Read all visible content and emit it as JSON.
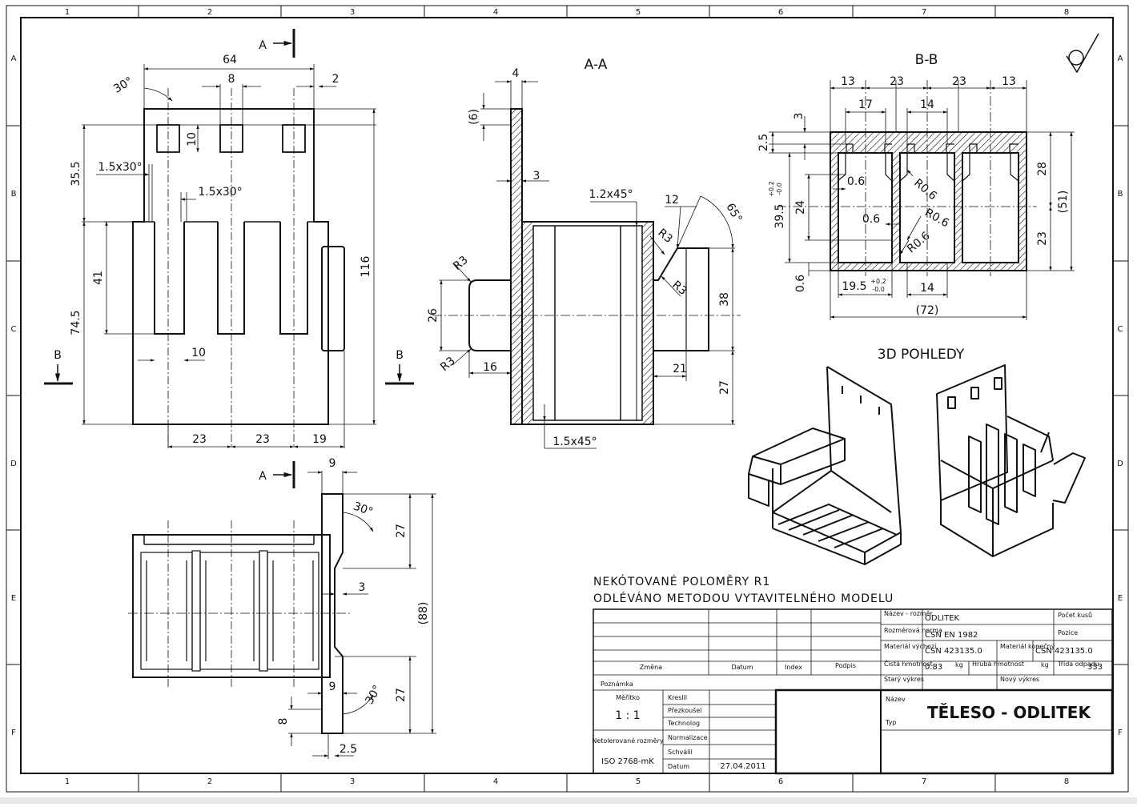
{
  "sheet": {
    "col_numbers": [
      "1",
      "2",
      "3",
      "4",
      "5",
      "6",
      "7",
      "8"
    ],
    "row_letters": [
      "A",
      "B",
      "C",
      "D",
      "E",
      "F"
    ]
  },
  "views": {
    "front": {
      "dims": [
        "64",
        "8",
        "2",
        "30°",
        "10",
        "35.5",
        "1.5x30°",
        "1.5x30°",
        "41",
        "74.5",
        "116",
        "10",
        "23",
        "23",
        "19"
      ],
      "cut_a_label": "A",
      "cut_b_left": "B",
      "cut_b_right": "B"
    },
    "section_aa": {
      "title": "A-A",
      "dims": [
        "4",
        "(6)",
        "3",
        "1.2x45°",
        "12",
        "65°",
        "R3",
        "R3",
        "R3",
        "R3",
        "26",
        "16",
        "38",
        "21",
        "27",
        "1.5x45°"
      ]
    },
    "section_bb": {
      "title": "B-B",
      "dims": [
        "13",
        "23",
        "23",
        "13",
        "17",
        "14",
        "3",
        "2.5",
        "0.6",
        "R0.6",
        "0.6",
        "R0.6",
        "R0.6",
        "24",
        "39.5",
        "+0.2",
        "-0.0",
        "28",
        "(51)",
        "23",
        "0.6",
        "19.5",
        "+0.2",
        "-0.0",
        "14",
        "(72)"
      ]
    },
    "top": {
      "cut_a_label": "A",
      "dims": [
        "9",
        "30°",
        "27",
        "3",
        "(88)",
        "9",
        "30°",
        "27",
        "8",
        "2.5"
      ]
    },
    "iso": {
      "title": "3D POHLEDY"
    }
  },
  "notes": {
    "line1": "NEKÓTOVANÉ POLOMĚRY R1",
    "line2": "ODLÉVÁNO METODOU VYTAVITELNÉHO MODELU"
  },
  "title_block": {
    "nazev_rozmer_label": "Název - rozměr",
    "nazev_rozmer_value": "ODLITEK",
    "pocet_kusu_label": "Počet kusů",
    "rozmerova_norma_label": "Rozměrová norma",
    "rozmerova_norma_value": "ČSN EN 1982",
    "pozice_label": "Pozice",
    "material_vychozi_label": "Materiál výchozí",
    "material_vychozi_value": "ČSN 423135.0",
    "material_konecny_label": "Materiál konečný",
    "material_konecny_value": "ČSN 423135.0",
    "cista_hmotnost_label": "Čistá hmotnost",
    "cista_hmotnost_value": "0.83",
    "kg1": "kg",
    "hruba_hmotnost_label": "Hrubá hmotnost",
    "kg2": "kg",
    "trida_odpadu_label": "Třída odpadu",
    "trida_odpadu_value": "333",
    "zmena_label": "Změna",
    "datum_label": "Datum",
    "index_label": "Index",
    "podpis_label": "Podpis",
    "stary_vykres_label": "Starý výkres",
    "novy_vykres_label": "Nový výkres",
    "poznamka_label": "Poznámka",
    "meritko_label": "Měřítko",
    "meritko_value": "1 : 1",
    "kreslil_label": "Kreslil",
    "prezkousel_label": "Přezkoušel",
    "technolog_label": "Technolog",
    "netolerovane_label": "Netolerované rozměry",
    "iso_value": "ISO 2768-mK",
    "normalizace_label": "Normalizace",
    "schvalil_label": "Schválil",
    "datum2_label": "Datum",
    "datum2_value": "27.04.2011",
    "nazev_label": "Název",
    "typ_label": "Typ",
    "part_title": "TĚLESO - ODLITEK"
  }
}
